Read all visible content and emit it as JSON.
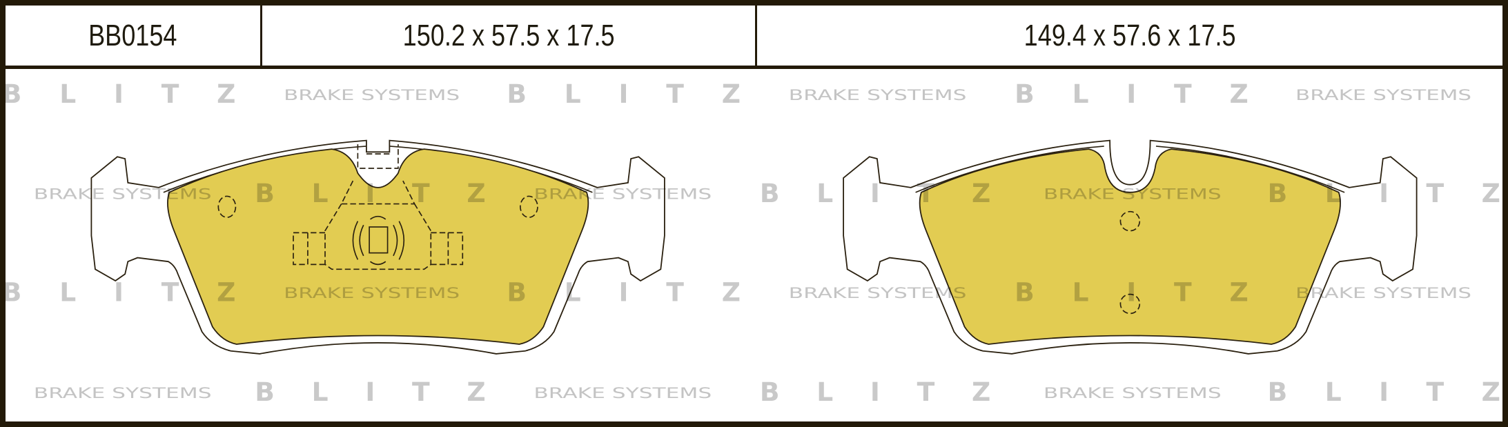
{
  "header": {
    "part_number": "BB0154",
    "dimensions_1": "150.2 x 57.5 x 17.5",
    "dimensions_2": "149.4 x 57.6 x 17.5"
  },
  "watermark": {
    "brand": "BLITZ",
    "tagline": "BRAKE SYSTEMS"
  },
  "colors": {
    "friction_material": "#e2cc52",
    "frame": "#231a08",
    "watermark": "#c9c9c9"
  }
}
